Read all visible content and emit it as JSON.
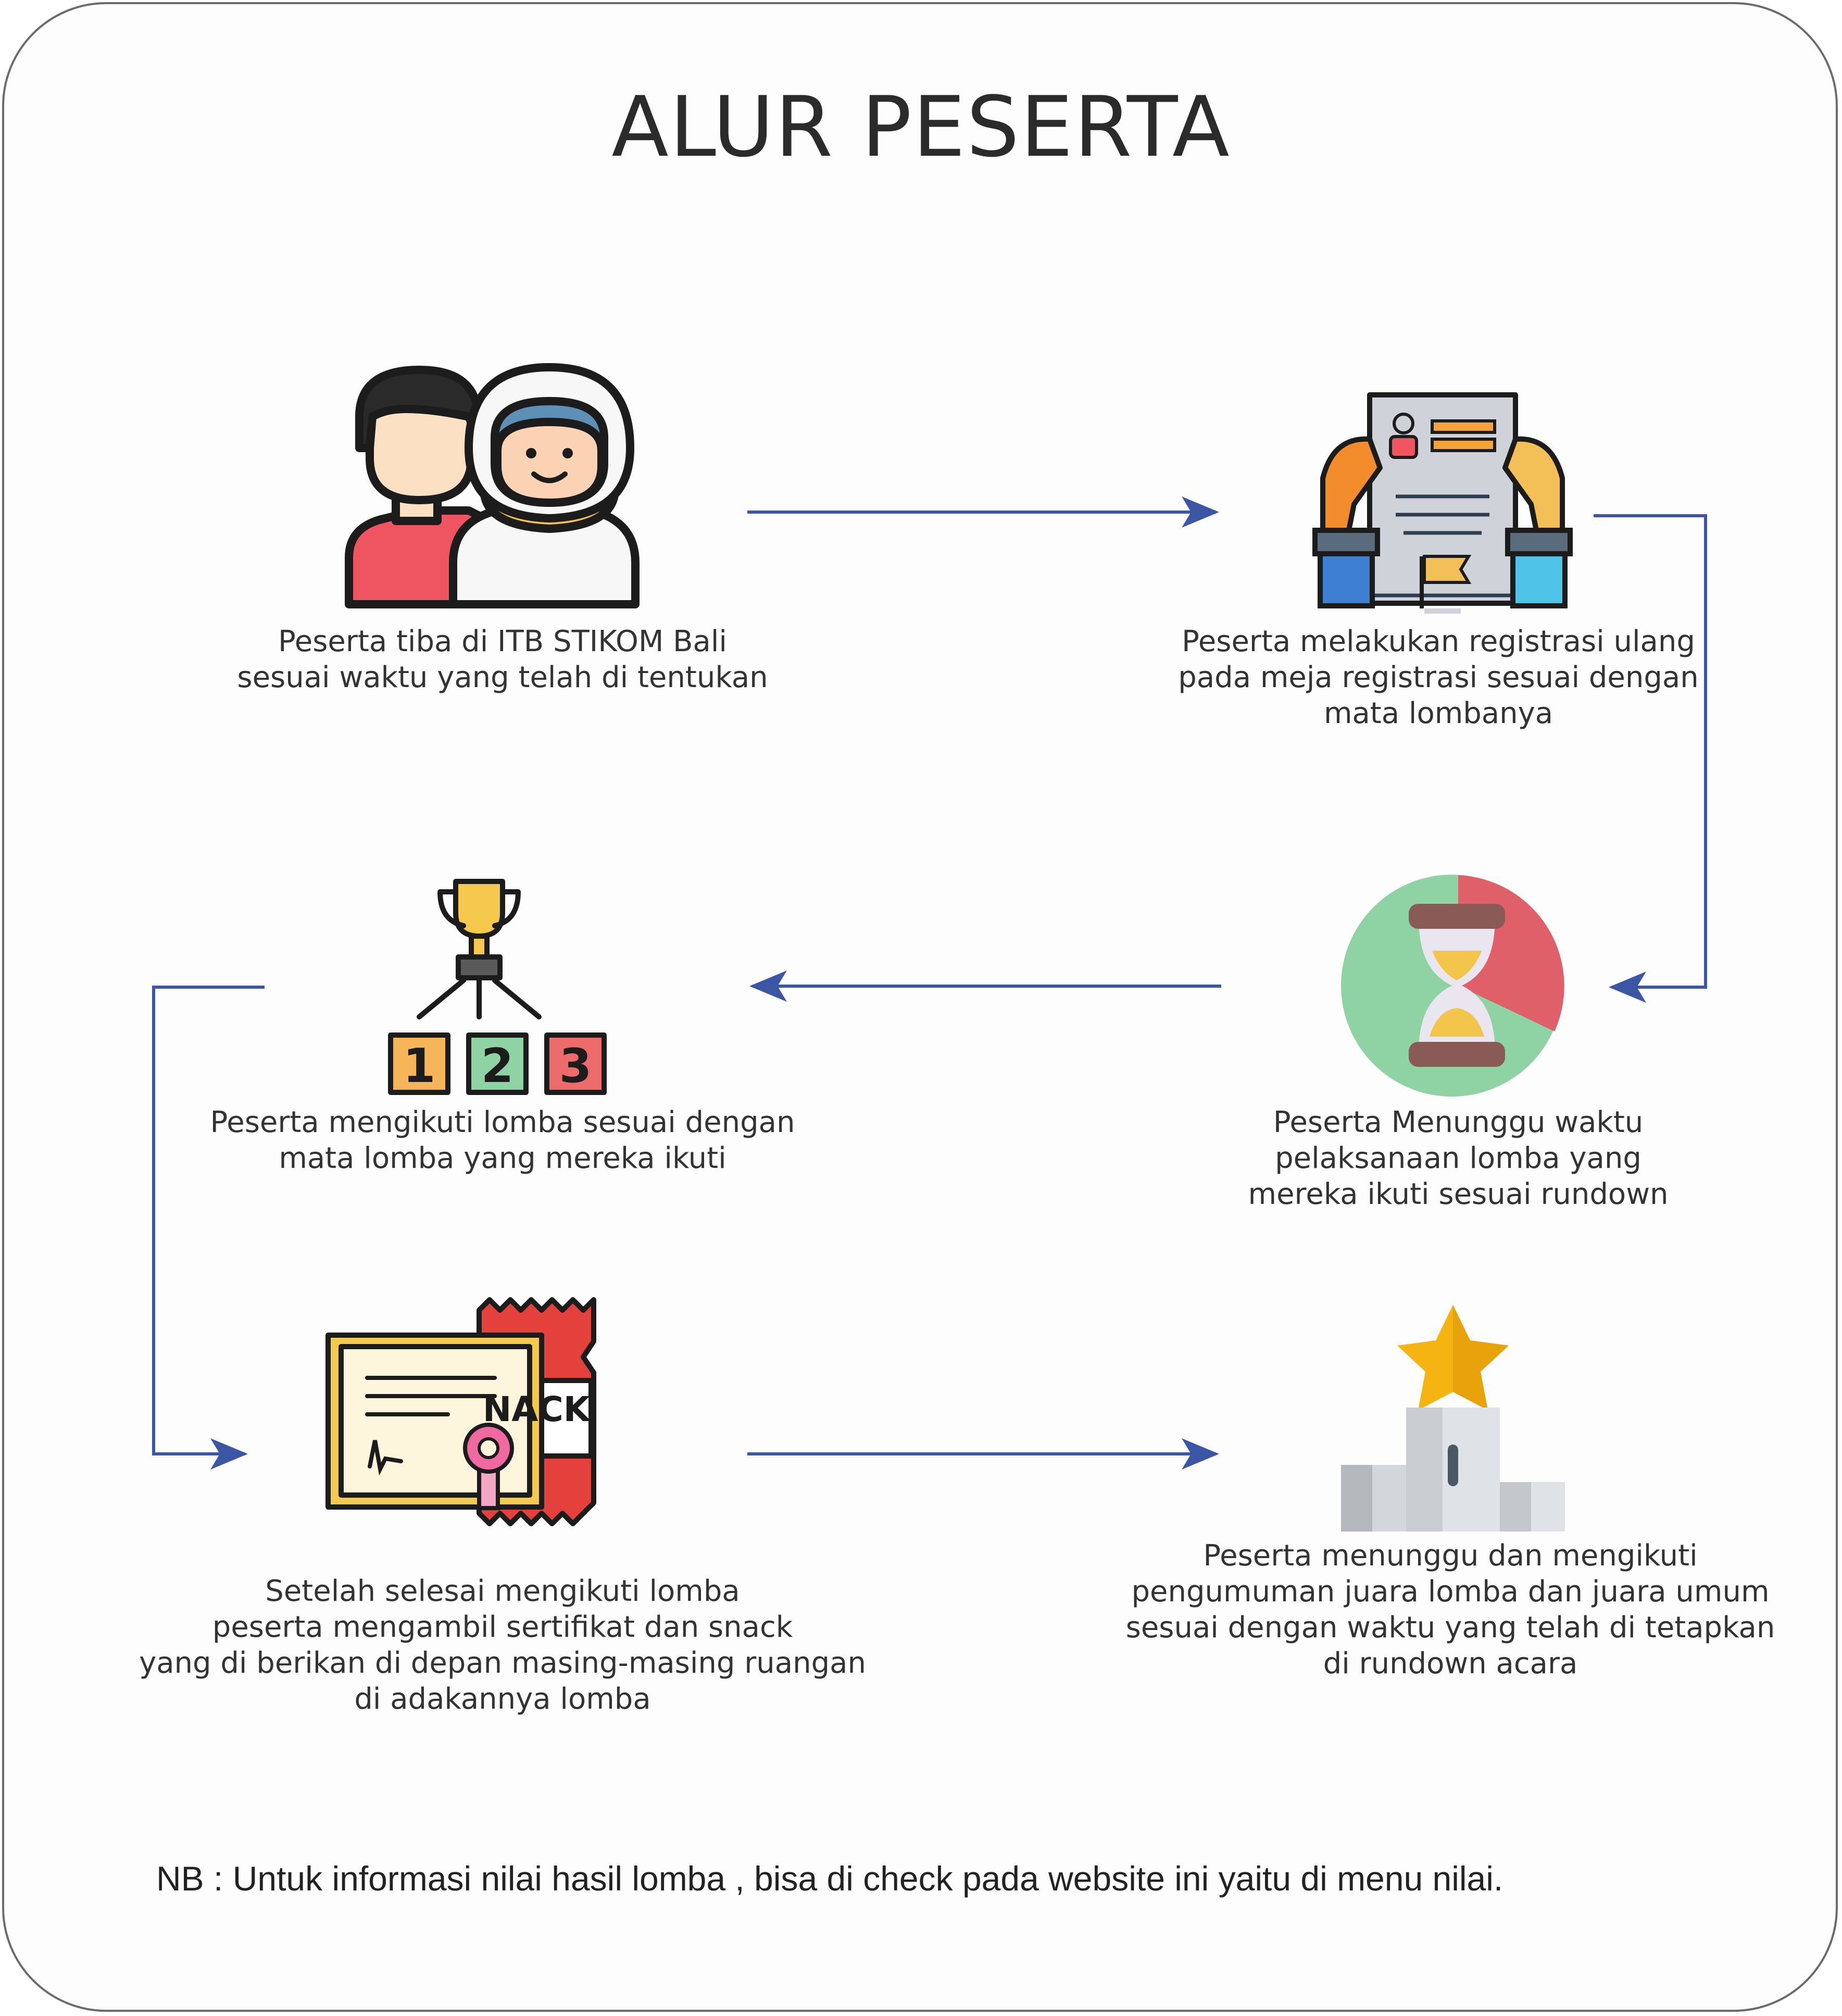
{
  "title": "ALUR PESERTA",
  "steps": [
    {
      "id": "arrive",
      "lines": [
        "Peserta tiba di ITB STIKOM Bali",
        "sesuai waktu yang telah di tentukan"
      ]
    },
    {
      "id": "registration",
      "lines": [
        "Peserta melakukan registrasi ulang",
        "pada meja registrasi sesuai dengan",
        "mata lombanya"
      ]
    },
    {
      "id": "wait",
      "lines": [
        "Peserta Menunggu waktu",
        "pelaksanaan lomba yang",
        "mereka ikuti sesuai rundown"
      ]
    },
    {
      "id": "compete",
      "lines": [
        "Peserta mengikuti lomba sesuai dengan",
        "mata lomba yang mereka ikuti"
      ]
    },
    {
      "id": "certificate",
      "lines": [
        "Setelah selesai mengikuti lomba",
        "peserta mengambil sertifikat dan snack",
        "yang di berikan di depan masing-masing ruangan",
        "di adakannya lomba"
      ]
    },
    {
      "id": "announcement",
      "lines": [
        "Peserta menunggu dan mengikuti",
        "pengumuman juara lomba dan juara umum",
        "sesuai dengan waktu yang telah di tetapkan",
        "di rundown acara"
      ]
    }
  ],
  "icons": {
    "ranking_numbers": [
      "1",
      "2",
      "3"
    ],
    "snack_label": "NACK"
  },
  "note": "NB : Untuk informasi nilai hasil lomba , bisa di check pada website ini yaitu di menu nilai.",
  "colors": {
    "arrow": "#3a56a5",
    "text": "#333333",
    "outline": "#1c1c1c"
  }
}
